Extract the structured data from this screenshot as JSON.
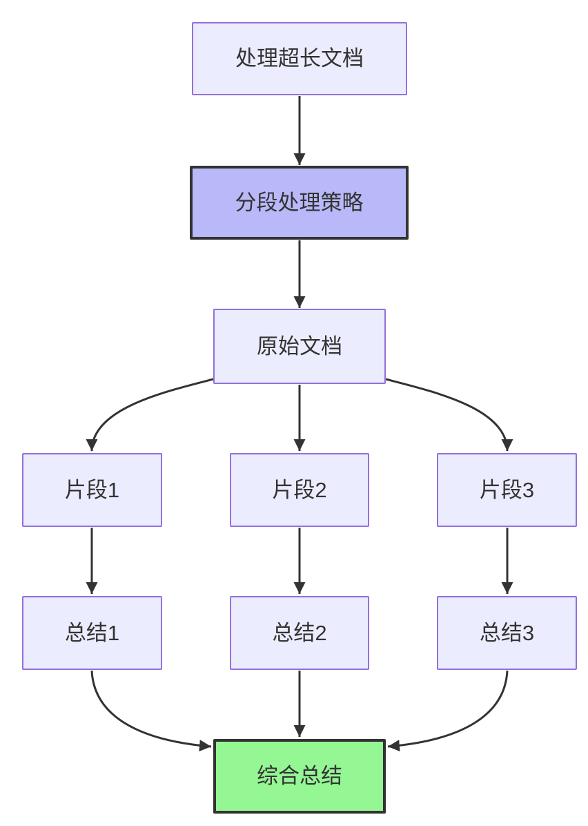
{
  "diagram": {
    "type": "flowchart-top-down",
    "nodes": {
      "A": {
        "id": "A",
        "label": "处理超长文档",
        "style": "default"
      },
      "B": {
        "id": "B",
        "label": "分段处理策略",
        "style": "highlight"
      },
      "C": {
        "id": "C",
        "label": "原始文档",
        "style": "default"
      },
      "D1": {
        "id": "D1",
        "label": "片段1",
        "style": "default"
      },
      "D2": {
        "id": "D2",
        "label": "片段2",
        "style": "default"
      },
      "D3": {
        "id": "D3",
        "label": "片段3",
        "style": "default"
      },
      "S1": {
        "id": "S1",
        "label": "总结1",
        "style": "default"
      },
      "S2": {
        "id": "S2",
        "label": "总结2",
        "style": "default"
      },
      "S3": {
        "id": "S3",
        "label": "总结3",
        "style": "default"
      },
      "F": {
        "id": "F",
        "label": "综合总结",
        "style": "result"
      }
    },
    "edges": [
      {
        "from": "A",
        "to": "B"
      },
      {
        "from": "B",
        "to": "C"
      },
      {
        "from": "C",
        "to": "D1"
      },
      {
        "from": "C",
        "to": "D2"
      },
      {
        "from": "C",
        "to": "D3"
      },
      {
        "from": "D1",
        "to": "S1"
      },
      {
        "from": "D2",
        "to": "S2"
      },
      {
        "from": "D3",
        "to": "S3"
      },
      {
        "from": "S1",
        "to": "F"
      },
      {
        "from": "S2",
        "to": "F"
      },
      {
        "from": "S3",
        "to": "F"
      }
    ],
    "colors": {
      "canvas_bg": "#ffffff",
      "node_fill": "#ECECFF",
      "node_border": "#9370DB",
      "strategy_fill": "#b9b9f9",
      "result_fill": "#94f794",
      "dark_border": "#333333",
      "edge": "#333333",
      "text": "#333333"
    }
  }
}
